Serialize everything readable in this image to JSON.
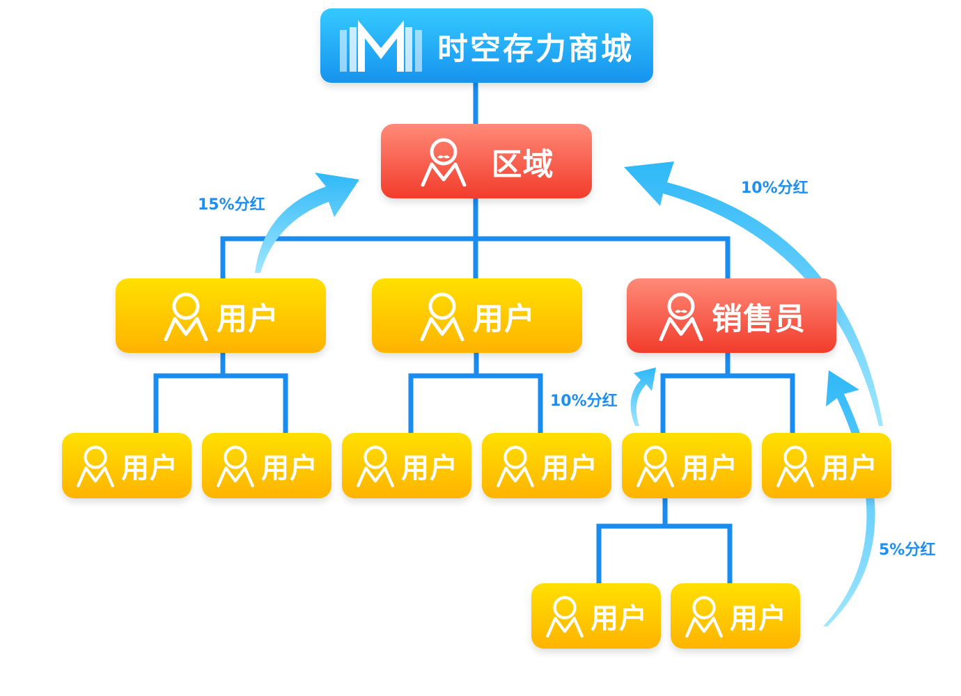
{
  "root": {
    "title": "时空存力商城",
    "logo_icon": "mall-logo-icon",
    "color": "#1693ee"
  },
  "region": {
    "label": "区域",
    "icon": "manager-icon",
    "color": "#f23c2c"
  },
  "level1": [
    {
      "label": "用户",
      "icon": "user-icon"
    },
    {
      "label": "用户",
      "icon": "user-icon"
    },
    {
      "label": "销售员",
      "icon": "manager-icon"
    }
  ],
  "level2": [
    {
      "label": "用户"
    },
    {
      "label": "用户"
    },
    {
      "label": "用户"
    },
    {
      "label": "用户"
    },
    {
      "label": "用户"
    },
    {
      "label": "用户"
    }
  ],
  "level3": [
    {
      "label": "用户"
    },
    {
      "label": "用户"
    }
  ],
  "dividends": {
    "to_region_from_user": "15%分红",
    "to_region_from_sub_user": "10%分红",
    "to_salesperson_from_user": "10%分红",
    "to_salesperson_from_sub_user": "5%分红"
  },
  "colors": {
    "connector": "#1a8cf0",
    "arrow": "#2fb8f8",
    "user_box": "#ffc400",
    "salesperson_box": "#f23c2c"
  }
}
